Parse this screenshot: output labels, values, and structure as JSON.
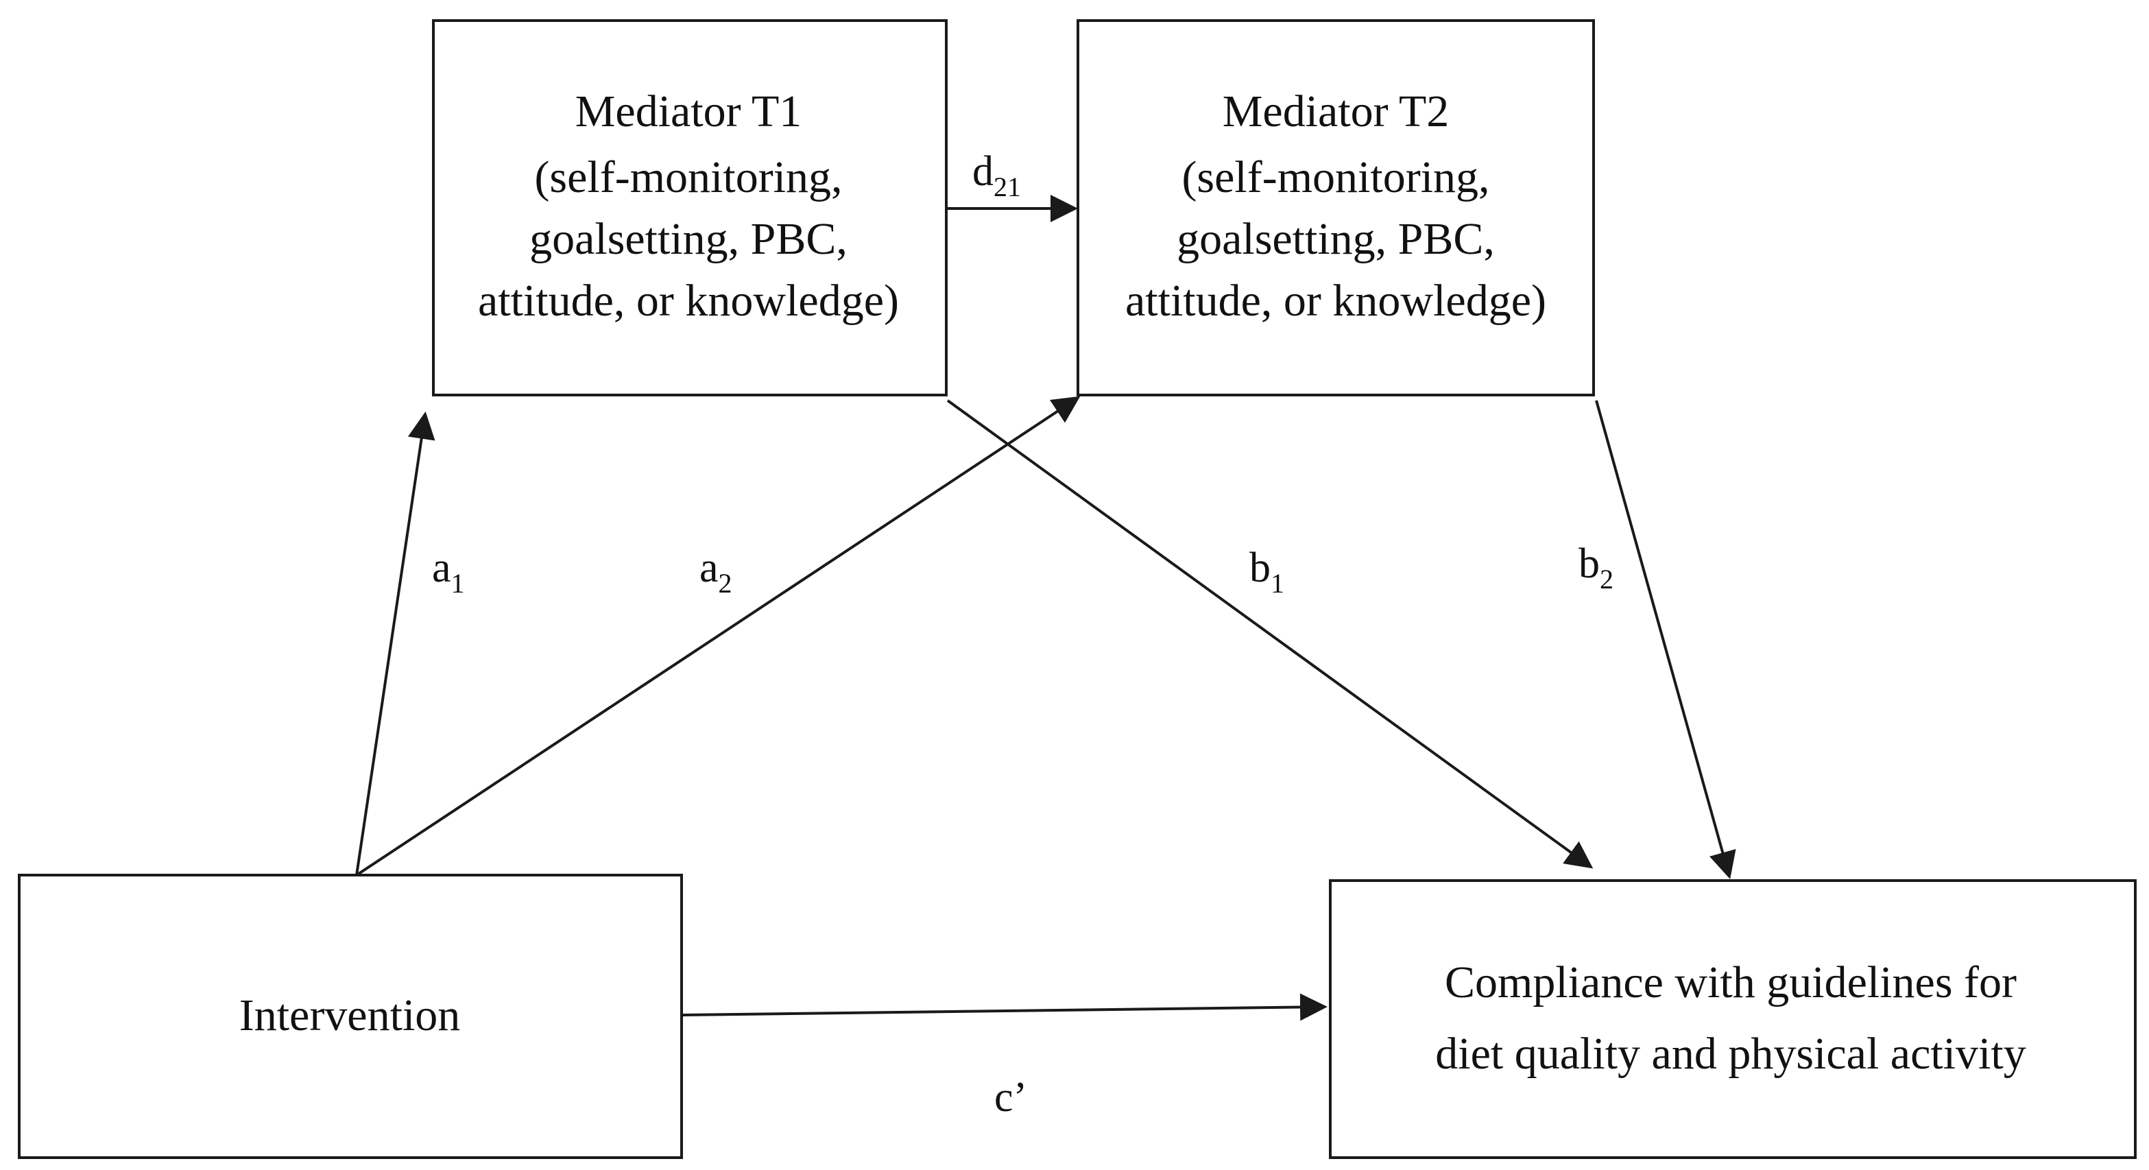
{
  "nodes": {
    "mediator_t1": {
      "lines": [
        "Mediator T1",
        "(self-monitoring,",
        "goalsetting, PBC,",
        "attitude, or knowledge)"
      ]
    },
    "mediator_t2": {
      "lines": [
        "Mediator T2",
        "(self-monitoring,",
        "goalsetting, PBC,",
        "attitude, or knowledge)"
      ]
    },
    "intervention": {
      "lines": [
        "Intervention"
      ]
    },
    "compliance": {
      "lines": [
        "Compliance with guidelines  for",
        "diet quality and physical activity"
      ]
    }
  },
  "paths": {
    "a1": {
      "main": "a",
      "sub": "1"
    },
    "a2": {
      "main": "a",
      "sub": "2"
    },
    "b1": {
      "main": "b",
      "sub": "1"
    },
    "b2": {
      "main": "b",
      "sub": "2"
    },
    "d21": {
      "main": "d",
      "sub": "21"
    },
    "c_prime": {
      "main": "c’"
    }
  },
  "colors": {
    "stroke": "#1a1a1a",
    "text": "#111111",
    "background": "#ffffff"
  }
}
